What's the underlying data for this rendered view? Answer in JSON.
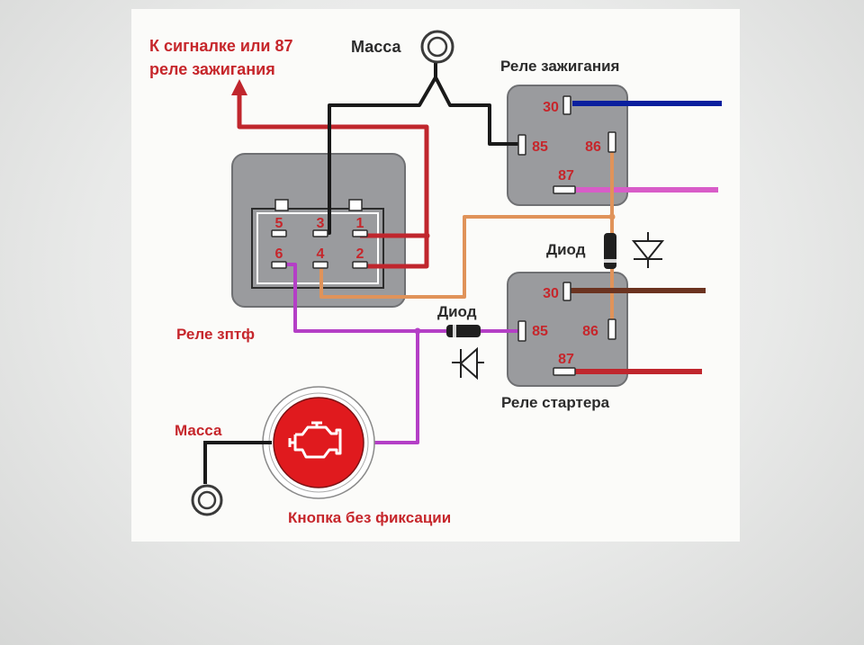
{
  "labels": {
    "to_alarm_line1": "К сигналке или 87",
    "to_alarm_line2": "реле зажигания",
    "ground_top": "Масса",
    "ground_left": "Масса",
    "ignition_relay": "Реле зажигания",
    "ptf_relay": "Реле зптф",
    "starter_relay": "Реле стартера",
    "diode_top": "Диод",
    "diode_bottom": "Диод",
    "button": "Кнопка без фиксации"
  },
  "ptf_relay_pins": [
    "5",
    "3",
    "1",
    "6",
    "4",
    "2"
  ],
  "ignition_relay_pins": {
    "p30": "30",
    "p85": "85",
    "p86": "86",
    "p87": "87"
  },
  "starter_relay_pins": {
    "p30": "30",
    "p85": "85",
    "p86": "86",
    "p87": "87"
  },
  "icons": {
    "ground_top": "ground-ring-terminal-icon",
    "ground_left": "ground-ring-terminal-icon",
    "arrow_up": "arrow-up-icon",
    "diode_symbol": "diode-symbol-icon",
    "button_icon": "check-engine-icon"
  },
  "colors": {
    "wire_red": "#c0262d",
    "wire_black": "#1a1a1a",
    "wire_blue": "#0a1f9e",
    "wire_pink": "#d85cc8",
    "wire_orange": "#e0935a",
    "wire_purple": "#b43fc6",
    "wire_brown": "#6b3320",
    "relay_body": "#9a9b9e",
    "button_red": "#e01a1e"
  }
}
